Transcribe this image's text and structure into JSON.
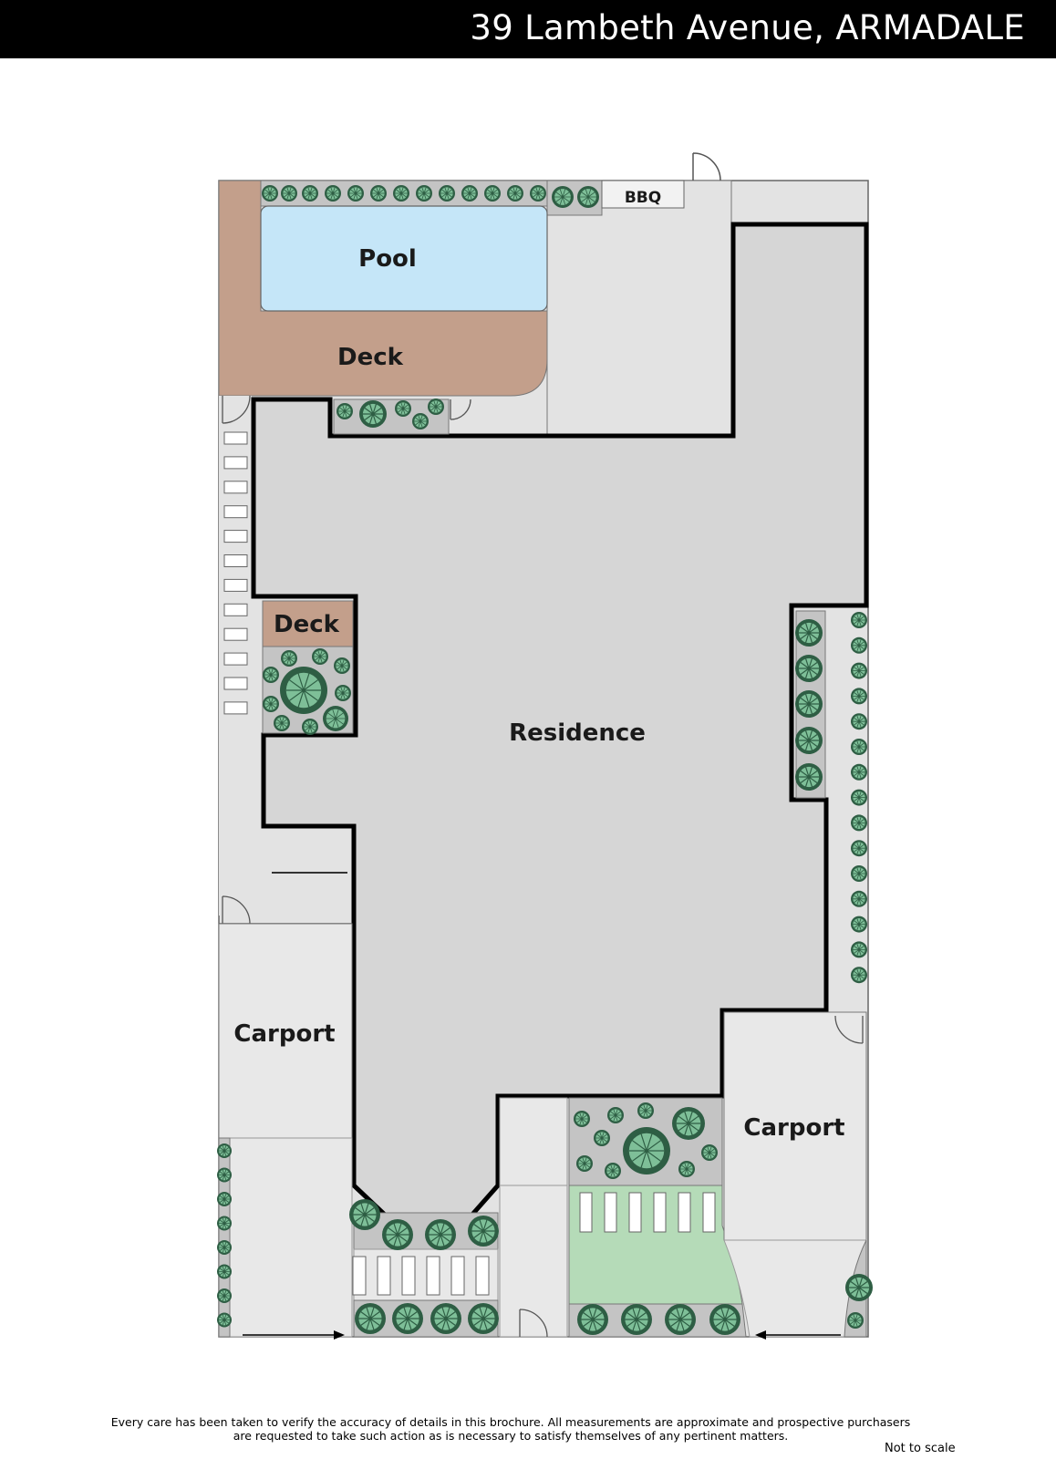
{
  "header": {
    "title": "39 Lambeth Avenue, ARMADALE"
  },
  "plan": {
    "labels": {
      "pool": "Pool",
      "deck_top": "Deck",
      "bbq": "BBQ",
      "deck_side": "Deck",
      "residence": "Residence",
      "carport_left": "Carport",
      "carport_right": "Carport"
    },
    "colors": {
      "residence": "#d6d6d6",
      "yard": "#e3e3e3",
      "pool": "#c5e6f8",
      "deck": "#c39f8b",
      "garden_bed": "#c4c4c4",
      "lawn": "#b5dbb8",
      "plant_dark": "#2e5e44",
      "plant_light": "#7ebf98",
      "wall": "#000000"
    }
  },
  "footer": {
    "disclaimer_line1": "Every care has been taken to verify the accuracy of details in this brochure.  All measurements are approximate and prospective purchasers",
    "disclaimer_line2": "are requested to take such action as is necessary to satisfy themselves of any pertinent matters.",
    "not_to_scale": "Not to scale"
  }
}
